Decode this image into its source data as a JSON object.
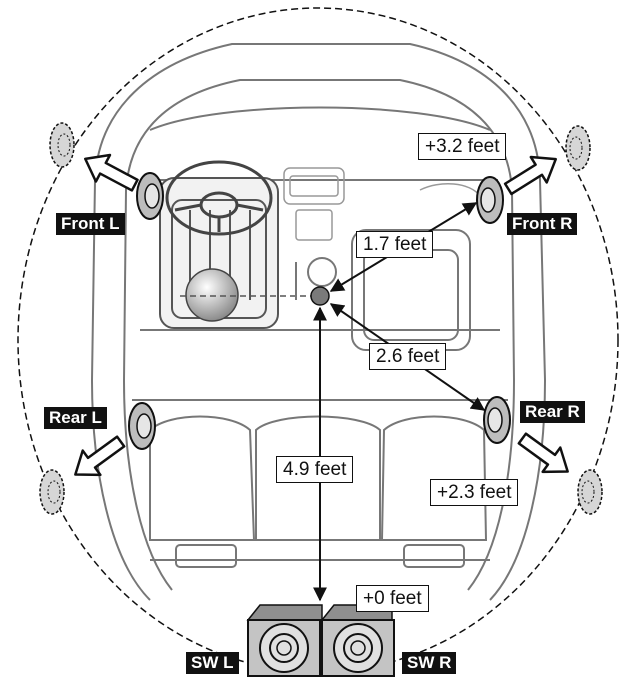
{
  "speakers": {
    "front_l": "Front L",
    "front_r": "Front R",
    "rear_l": "Rear L",
    "rear_r": "Rear R",
    "sw_l": "SW L",
    "sw_r": "SW R"
  },
  "distances": {
    "front_r_to_listener": "1.7 feet",
    "rear_r_to_listener": "2.6 feet",
    "sub_to_listener": "4.9 feet"
  },
  "offsets": {
    "front": "+3.2 feet",
    "rear": "+2.3 feet",
    "sub": "+0 feet"
  },
  "colors": {
    "line": "#111111",
    "speaker_gray": "#bdbdbd",
    "sub_gray": "#c4c4c4"
  }
}
